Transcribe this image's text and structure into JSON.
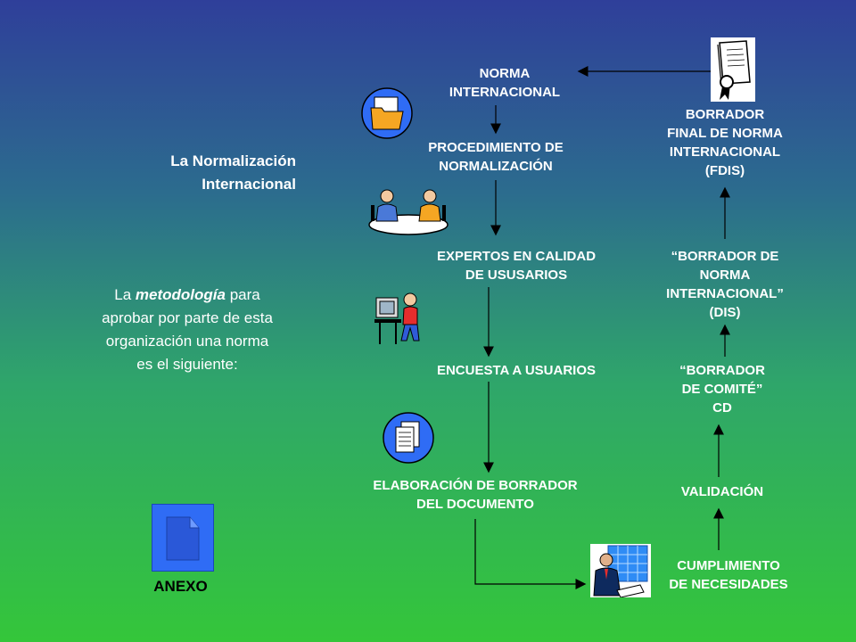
{
  "sidebar": {
    "title": "La Normalización\nInternacional",
    "desc_prefix": "La ",
    "desc_emph": "metodología",
    "desc_suffix": " para aprobar por parte de esta organización una norma es el siguiente:",
    "anexo_label": "ANEXO",
    "anexo_icon": "document-icon"
  },
  "flow": {
    "norma_internacional": "NORMA\nINTERNACIONAL",
    "procedimiento": "PROCEDIMIENTO DE\nNORMALIZACIÓN",
    "expertos": "EXPERTOS EN CALIDAD\nDE USUSARIOS",
    "encuesta": "ENCUESTA A USUARIOS",
    "elaboracion": "ELABORACIÓN DE BORRADOR\nDEL DOCUMENTO",
    "cumplimiento": "CUMPLIMIENTO\nDE NECESIDADES",
    "validacion": "VALIDACIÓN",
    "borrador_comite": "“BORRADOR\nDE COMITÉ”\nCD",
    "borrador_dis": "“BORRADOR DE\nNORMA\nINTERNACIONAL”\n(DIS)",
    "borrador_fdis": "BORRADOR\nFINAL DE NORMA\nINTERNACIONAL\n(FDIS)"
  },
  "colors": {
    "arrow": "#000000",
    "anexo_icon_bg": "#2f6cf5"
  }
}
